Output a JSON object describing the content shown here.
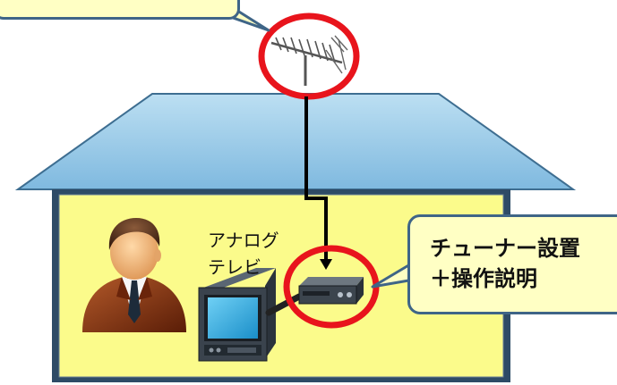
{
  "diagram": {
    "tv_label": "アナログ\nテレビ",
    "tuner_callout": {
      "line1": "チューナー設置",
      "line2": "＋操作説明"
    }
  },
  "colors": {
    "roof": "#93c6e4",
    "roof_outline": "#3e6e91",
    "wall": "#fbfb8b",
    "wall_outline": "#2e4b66",
    "callout_fill": "#ffffc4",
    "callout_border": "#3f6587",
    "highlight_circle": "#e8141c",
    "cable": "#000000",
    "tv_screen": "#2fa6dd",
    "person_suit": "#7a2d10",
    "person_skin": "#f3b679"
  },
  "icons": {
    "antenna": "antenna-icon",
    "person": "person-icon",
    "tv": "tv-icon",
    "tuner": "tuner-icon"
  }
}
